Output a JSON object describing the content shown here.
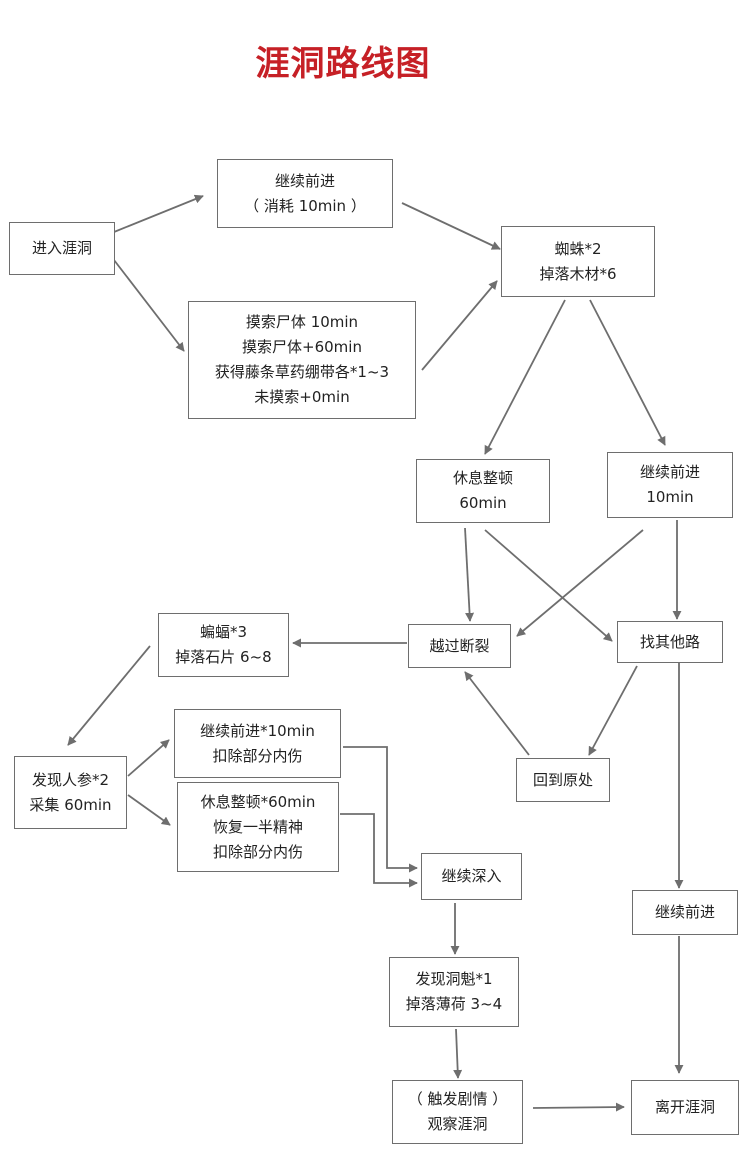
{
  "title": "涯洞路线图",
  "nodes": {
    "enter": [
      "进入涯洞"
    ],
    "advance1": [
      "继续前进",
      "（ 消耗 10min ）"
    ],
    "search": [
      "摸索尸体 10min",
      "摸索尸体+60min",
      "获得藤条草药绷带各*1~3",
      "未摸索+0min"
    ],
    "spider": [
      "蜘蛛*2",
      "掉落木材*6"
    ],
    "rest1": [
      "休息整顿",
      "60min"
    ],
    "advance2": [
      "继续前进",
      "10min"
    ],
    "bat": [
      "蝙蝠*3",
      "掉落石片 6~8"
    ],
    "cross": [
      "越过断裂"
    ],
    "other": [
      "找其他路"
    ],
    "ginseng": [
      "发现人参*2",
      "采集 60min"
    ],
    "advance3": [
      "继续前进*10min",
      "扣除部分内伤"
    ],
    "rest2": [
      "休息整顿*60min",
      "恢复一半精神",
      "扣除部分内伤"
    ],
    "back": [
      "回到原处"
    ],
    "deeper": [
      "继续深入"
    ],
    "advance4": [
      "继续前进"
    ],
    "ghoul": [
      "发现洞魁*1",
      "掉落薄荷 3~4"
    ],
    "plot": [
      "（ 触发剧情 ）",
      "观察涯洞"
    ],
    "leave": [
      "离开涯洞"
    ]
  },
  "edges": [
    [
      "enter",
      "advance1"
    ],
    [
      "enter",
      "search"
    ],
    [
      "advance1",
      "spider"
    ],
    [
      "search",
      "spider"
    ],
    [
      "spider",
      "rest1"
    ],
    [
      "spider",
      "advance2"
    ],
    [
      "rest1",
      "cross"
    ],
    [
      "rest1",
      "other"
    ],
    [
      "advance2",
      "cross"
    ],
    [
      "advance2",
      "other"
    ],
    [
      "cross",
      "bat"
    ],
    [
      "bat",
      "ginseng"
    ],
    [
      "ginseng",
      "advance3"
    ],
    [
      "ginseng",
      "rest2"
    ],
    [
      "advance3",
      "deeper"
    ],
    [
      "rest2",
      "deeper"
    ],
    [
      "other",
      "back"
    ],
    [
      "back",
      "cross"
    ],
    [
      "other",
      "advance4"
    ],
    [
      "deeper",
      "ghoul"
    ],
    [
      "ghoul",
      "plot"
    ],
    [
      "plot",
      "leave"
    ],
    [
      "advance4",
      "leave"
    ]
  ],
  "colors": {
    "title": "#c62026",
    "line": "#6e6e6e",
    "border": "#6e6e6e",
    "text": "#222222"
  }
}
